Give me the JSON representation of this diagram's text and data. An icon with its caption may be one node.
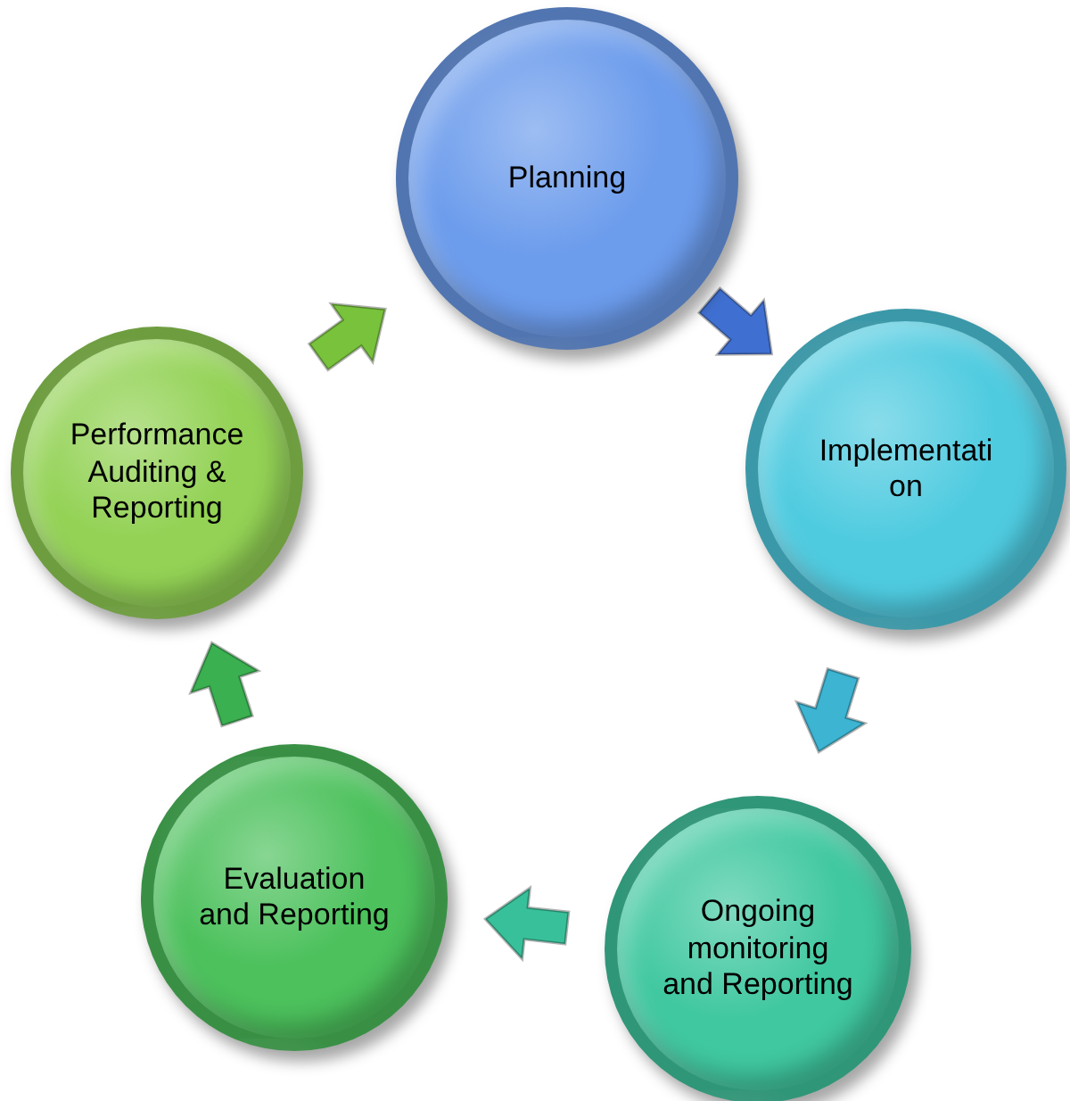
{
  "diagram": {
    "nodes": [
      {
        "text": [
          "Planning"
        ]
      },
      {
        "text": [
          "Implementati on"
        ]
      },
      {
        "text": [
          "Ongoing monitoring and Reporting"
        ]
      },
      {
        "text": [
          "Evaluation and Reporting"
        ]
      },
      {
        "text": [
          "Performance Auditing & Reporting"
        ]
      }
    ],
    "edges": [
      {
        "from": 0,
        "to": 1,
        "arrow": "to",
        "color": "#3f6fd0"
      },
      {
        "from": 1,
        "to": 2,
        "arrow": "to",
        "color": "#3cb4d2"
      },
      {
        "from": 2,
        "to": 3,
        "arrow": "to",
        "color": "#38c09a"
      },
      {
        "from": 3,
        "to": 4,
        "arrow": "to",
        "color": "#3ab050"
      },
      {
        "from": 4,
        "to": 0,
        "arrow": "to",
        "color": "#78c23c"
      }
    ]
  }
}
